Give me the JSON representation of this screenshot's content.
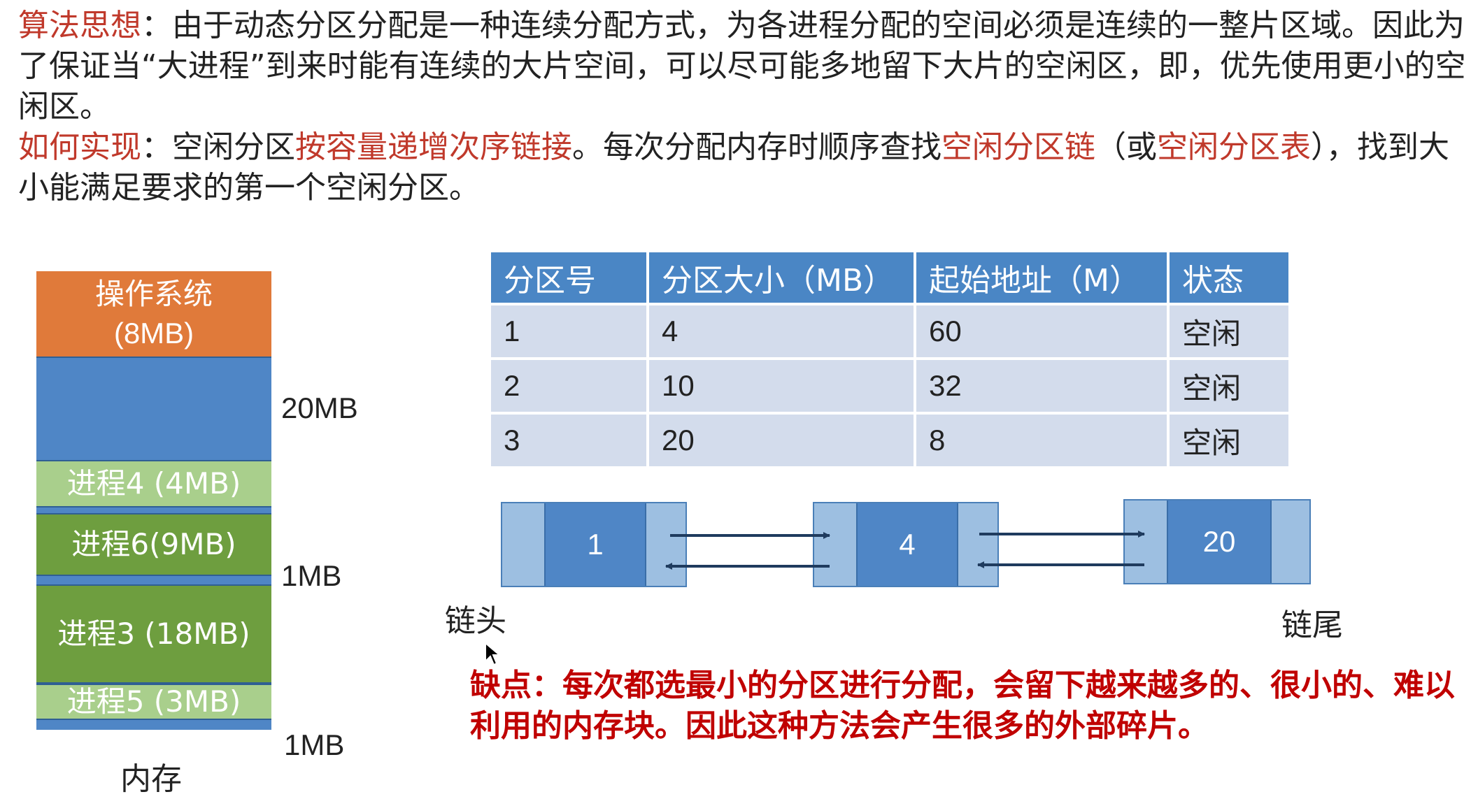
{
  "intro": {
    "idea_label": "算法思想",
    "idea_text": "：由于动态分区分配是一种连续分配方式，为各进程分配的空间必须是连续的一整片区域。因此为了保证当“大进程”到来时能有连续的大片空间，可以尽可能多地留下大片的空闲区，即，优先使用更小的空闲区。",
    "impl_label": "如何实现",
    "impl_text_1": "：空闲分区",
    "impl_highlight_1": "按容量递增次序链接",
    "impl_text_2": "。每次分配内存时顺序查找",
    "impl_highlight_2": "空闲分区链",
    "impl_text_3": "（或",
    "impl_highlight_3": "空闲分区表",
    "impl_text_4": "），找到大小能满足要求的第一个空闲分区。"
  },
  "memory": {
    "os_label": "操作系统",
    "os_size": "(8MB)",
    "p4": "进程4 (4MB)",
    "p6": "进程6(9MB)",
    "p3": "进程3 (18MB)",
    "p5": "进程5 (3MB)",
    "free_20": "20MB",
    "free_1a": "1MB",
    "free_1b": "1MB",
    "caption": "内存"
  },
  "table": {
    "headers": [
      "分区号",
      "分区大小（MB）",
      "起始地址（M）",
      "状态"
    ],
    "rows": [
      [
        "1",
        "4",
        "60",
        "空闲"
      ],
      [
        "2",
        "10",
        "32",
        "空闲"
      ],
      [
        "3",
        "20",
        "8",
        "空闲"
      ]
    ]
  },
  "linked_list": {
    "nodes": [
      "1",
      "4",
      "20"
    ],
    "head_label": "链头",
    "tail_label": "链尾"
  },
  "defect": "缺点：每次都选最小的分区进行分配，会留下越来越多的、很小的、难以利用的内存块。因此这种方法会产生很多的外部碎片。",
  "colors": {
    "accent_red": "#c0392b",
    "table_header": "#4a86c5",
    "os_orange": "#e07a3a",
    "free_blue": "#4f86c6",
    "process_light_green": "#a9cf8c",
    "process_dark_green": "#6e9e3f"
  }
}
